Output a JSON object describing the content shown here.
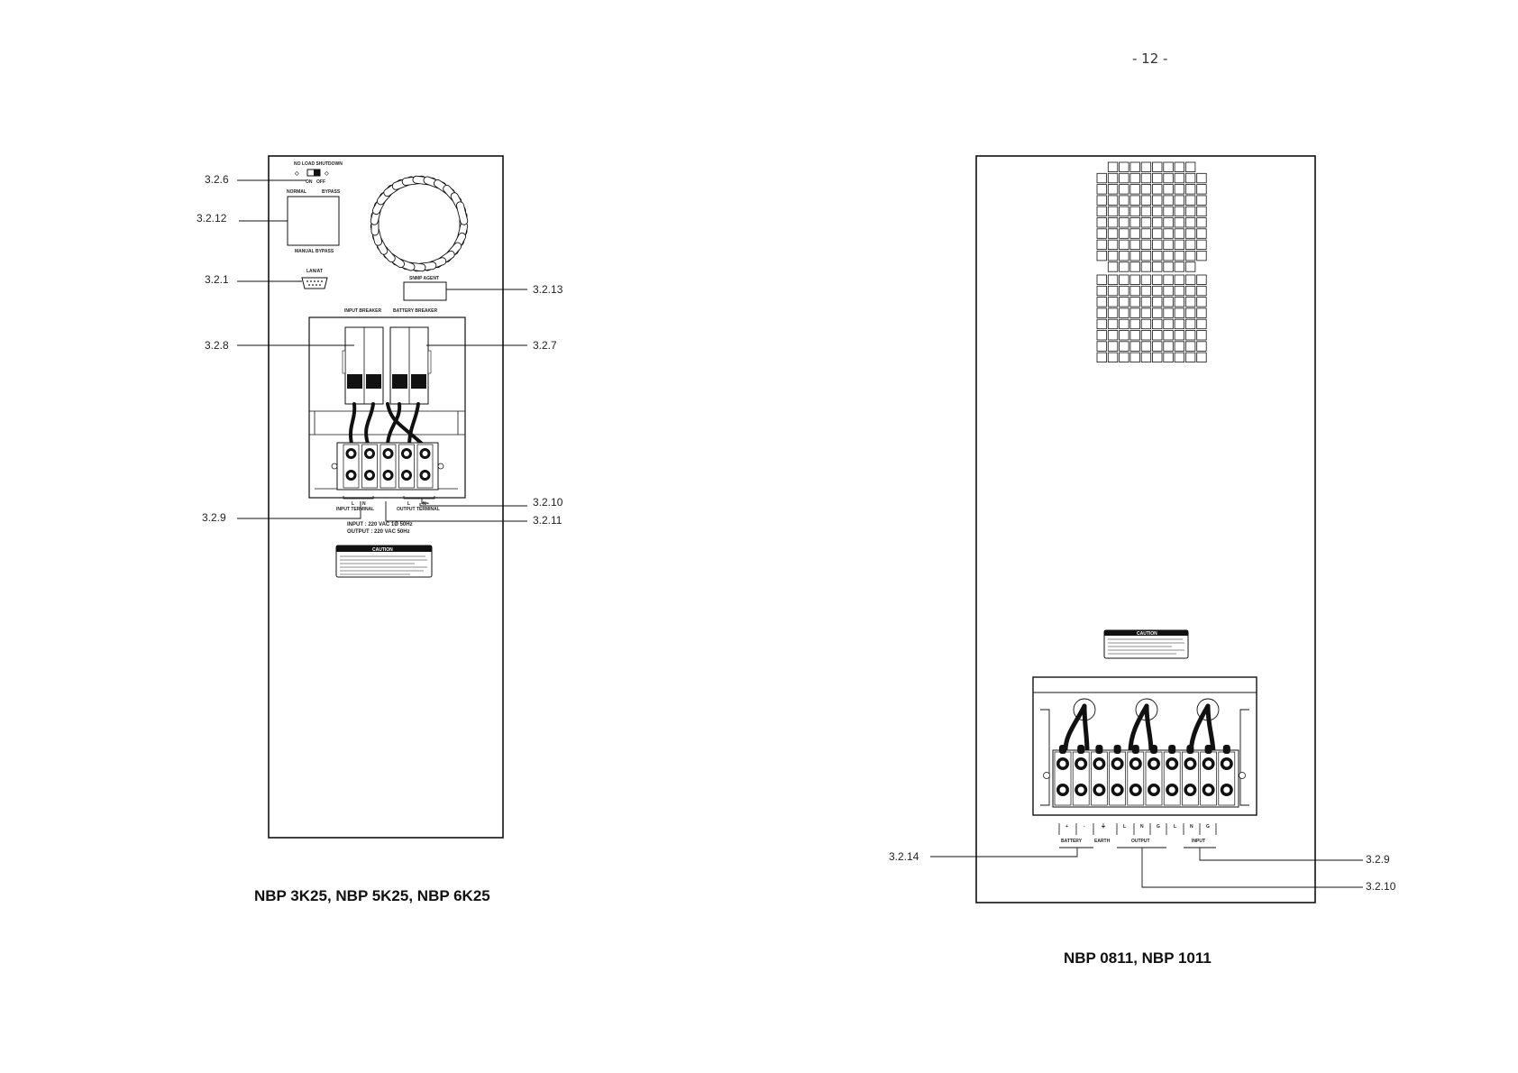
{
  "page_number": "- 12 -",
  "left_figure": {
    "caption": "NBP 3K25, NBP 5K25, NBP 6K25",
    "callouts": {
      "c326": "3.2.6",
      "c3212": "3.2.12",
      "c321": "3.2.1",
      "c3213": "3.2.13",
      "c328": "3.2.8",
      "c327": "3.2.7",
      "c3210": "3.2.10",
      "c329": "3.2.9",
      "c3211": "3.2.11"
    },
    "panel_text": {
      "no_load_shutdown": "NO LOAD SHUTDOWN",
      "on": "ON",
      "off": "OFF",
      "normal": "NORMAL",
      "bypass": "BYPASS",
      "manual_bypass": "MANUAL BYPASS",
      "lan_at": "LAN/AT",
      "snmp_agent": "SNMP AGENT",
      "input_breaker": "INPUT BREAKER",
      "battery_breaker": "BATTERY BREAKER",
      "input_terminal": "INPUT TERMINAL",
      "output_terminal": "OUTPUT TERMINAL",
      "l": "L",
      "n": "N",
      "rating_input": "INPUT   : 220 VAC 1Ø  50Hz",
      "rating_output": "OUTPUT : 220 VAC 50Hz",
      "caution": "CAUTION"
    }
  },
  "right_figure": {
    "caption": "NBP 0811, NBP 1011",
    "callouts": {
      "c3214": "3.2.14",
      "c329": "3.2.9",
      "c3210": "3.2.10"
    },
    "panel_text": {
      "caution": "CAUTION",
      "battery": "BATTERY",
      "earth": "EARTH",
      "output": "OUTPUT",
      "input": "INPUT",
      "plus": "+",
      "minus": "-",
      "l": "L",
      "n": "N",
      "g": "G"
    }
  }
}
